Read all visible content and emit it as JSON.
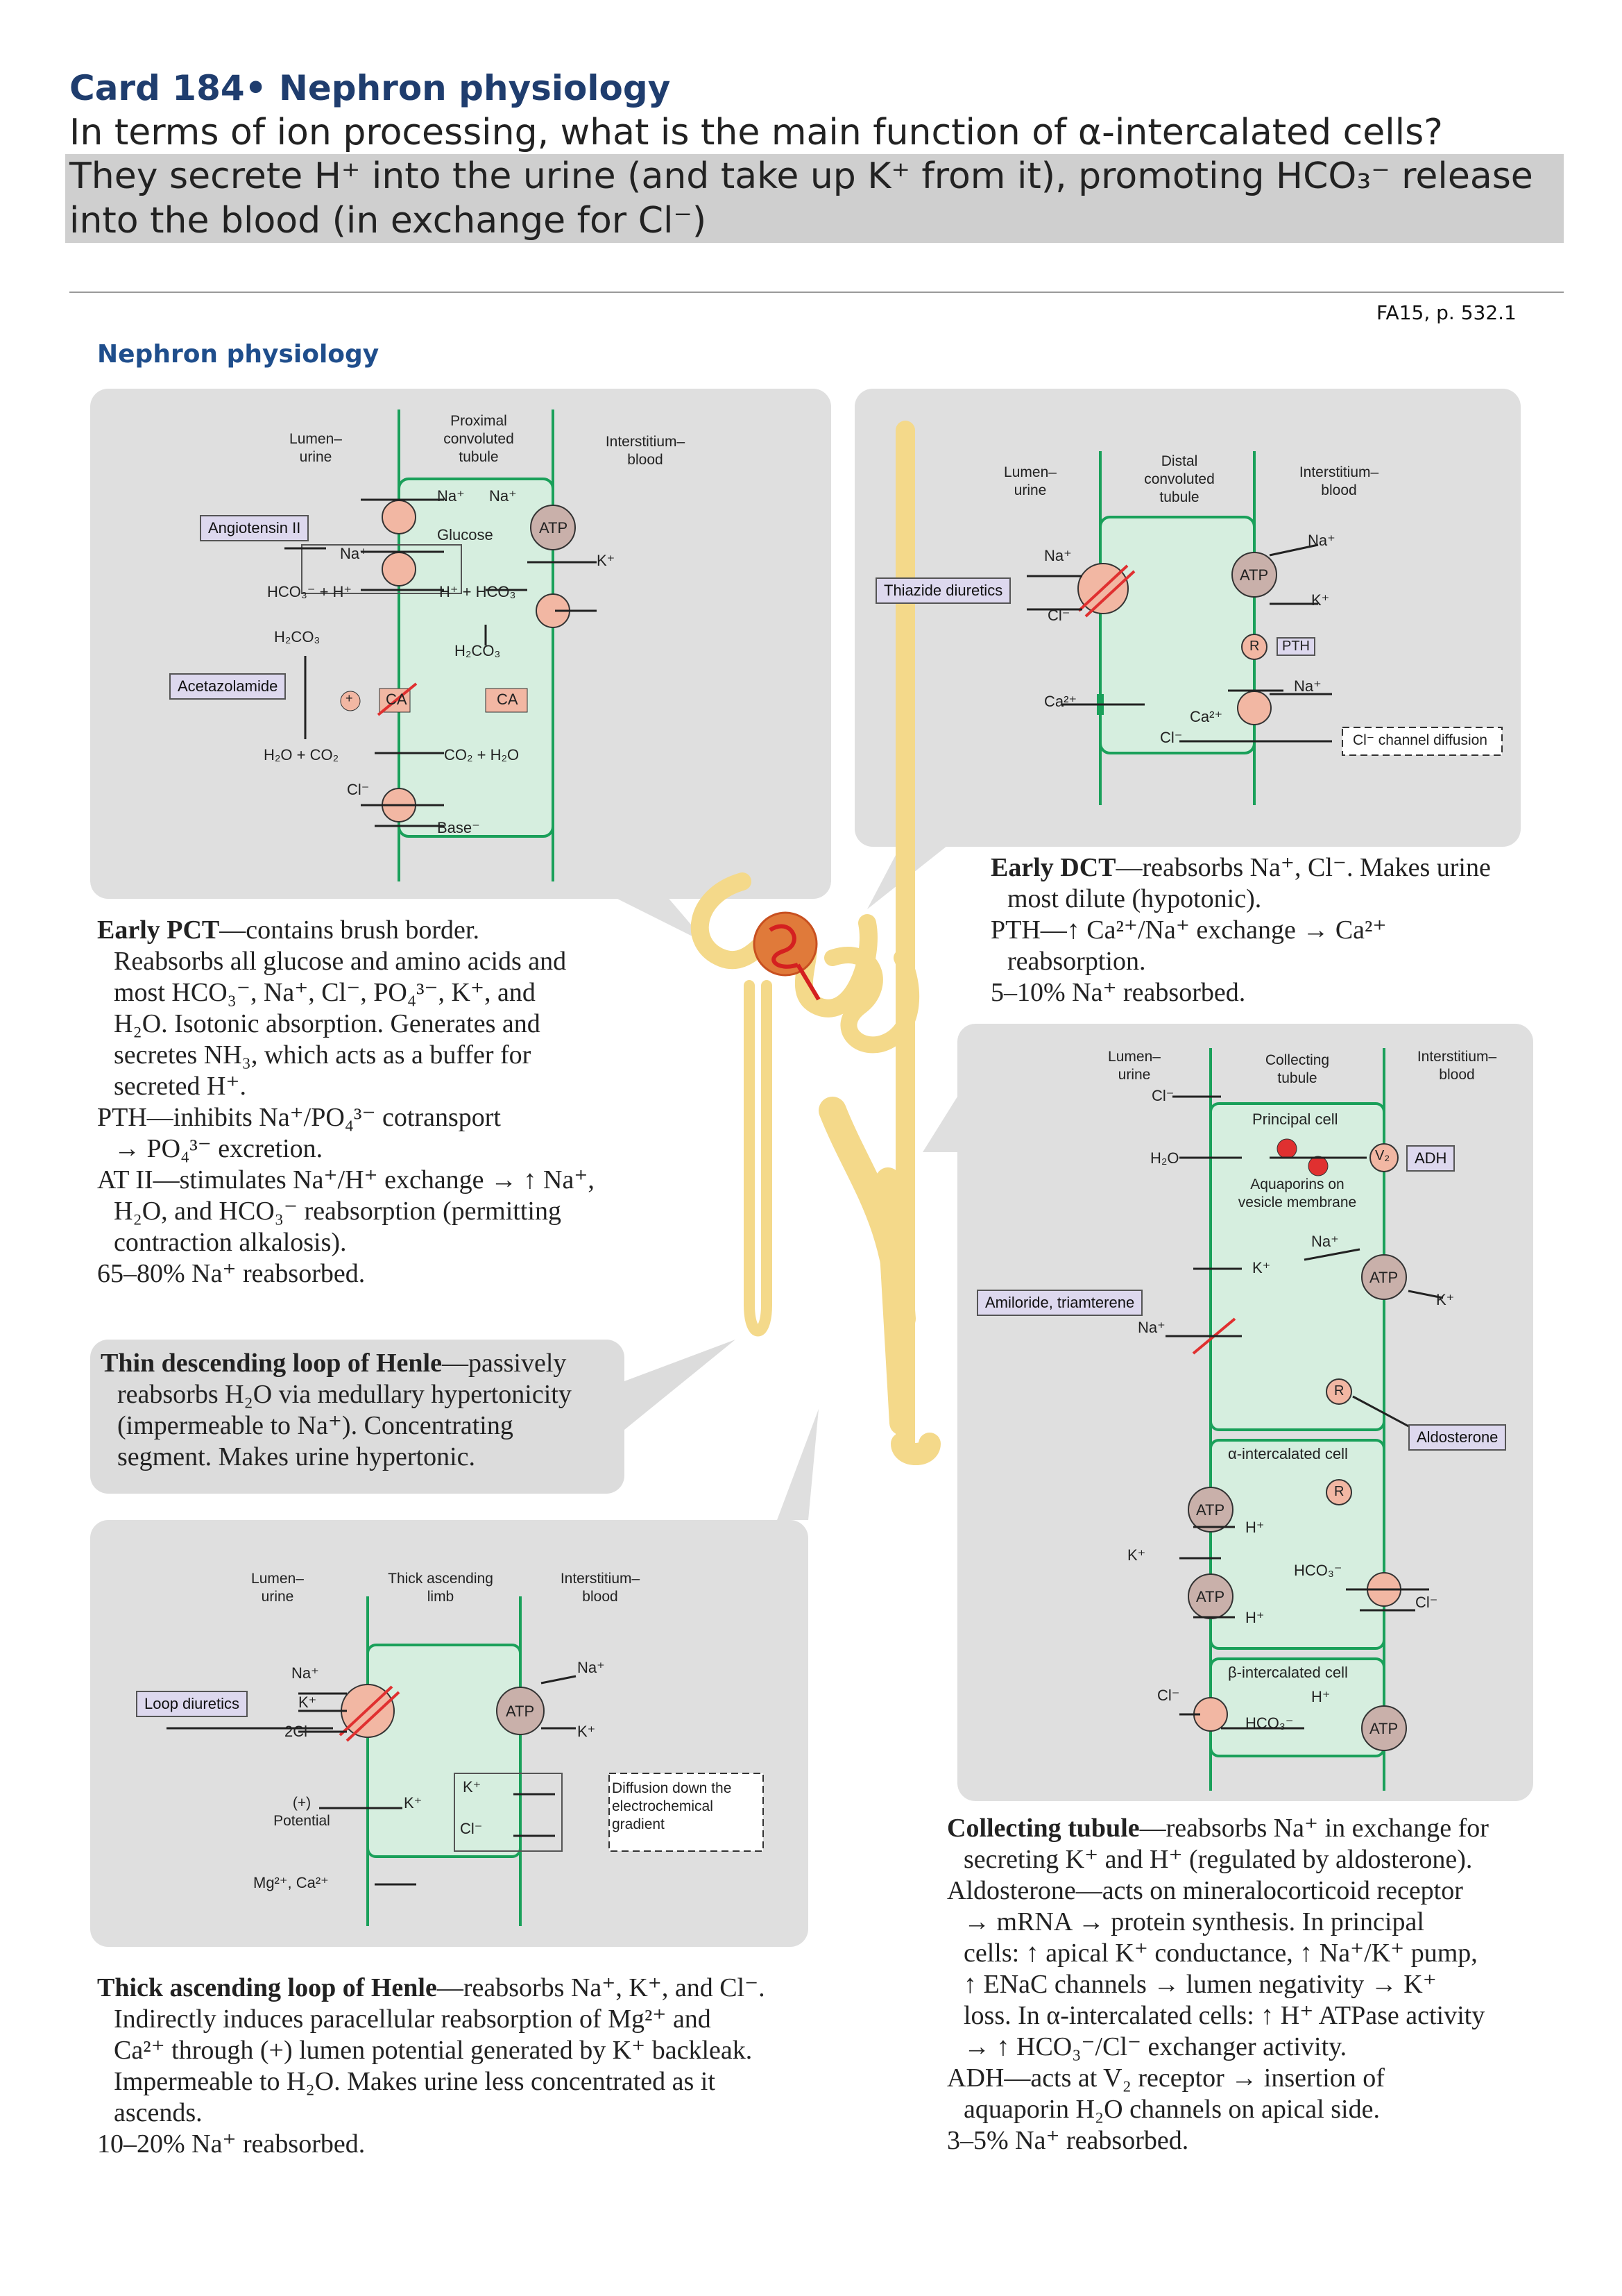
{
  "card": {
    "title": "Card 184• Nephron physiology",
    "question": "In terms of ion processing, what is the main function of α-intercalated cells?",
    "answer_line1": "They secrete H⁺ into the urine (and take up K⁺ from it), promoting HCO₃⁻ release",
    "answer_line2": "into the blood (in exchange for Cl⁻)"
  },
  "reference": "FA15, p. 532.1",
  "section_title": "Nephron physiology",
  "pct": {
    "lumen": "Lumen–\nurine",
    "tubule": "Proximal\nconvoluted\ntubule",
    "interstitium": "Interstitium–\nblood",
    "drug_angiotensin": "Angiotensin II",
    "drug_acetazolamide": "Acetazolamide",
    "labels": {
      "na1": "Na⁺",
      "na2": "Na⁺",
      "glucose": "Glucose",
      "na3": "Na⁺",
      "hco3_h": "HCO₃⁻ + H⁺",
      "h_hco3": "H⁺ + HCO₃⁻",
      "h2co3_l": "H₂CO₃",
      "h2co3_r": "H₂CO₃",
      "k": "K⁺",
      "ca1": "CA",
      "ca2": "CA",
      "plus": "+",
      "h2o_co2": "H₂O + CO₂",
      "co2_h2o": "CO₂ + H₂O",
      "cl": "Cl⁻",
      "base": "Base⁻",
      "atp": "ATP"
    },
    "desc": [
      {
        "bold": "Early PCT",
        "text": "—contains brush border."
      },
      {
        "text": "Reabsorbs all glucose and amino acids and",
        "indent": true
      },
      {
        "text": "most HCO₃⁻, Na⁺, Cl⁻, PO₄³⁻, K⁺, and",
        "indent": true
      },
      {
        "text": "H₂O. Isotonic absorption. Generates and",
        "indent": true
      },
      {
        "text": "secretes NH₃, which acts as a buffer for",
        "indent": true
      },
      {
        "text": "secreted H⁺.",
        "indent": true
      },
      {
        "text": "PTH—inhibits Na⁺/PO₄³⁻ cotransport"
      },
      {
        "text": "→ PO₄³⁻ excretion.",
        "indent": true
      },
      {
        "text": "AT II—stimulates Na⁺/H⁺ exchange → ↑ Na⁺,"
      },
      {
        "text": "H₂O, and HCO₃⁻ reabsorption (permitting",
        "indent": true
      },
      {
        "text": "contraction alkalosis).",
        "indent": true
      },
      {
        "text": "65–80% Na⁺ reabsorbed."
      }
    ]
  },
  "dct": {
    "lumen": "Lumen–\nurine",
    "tubule": "Distal\nconvoluted\ntubule",
    "interstitium": "Interstitium–\nblood",
    "drug_thiazide": "Thiazide diuretics",
    "labels": {
      "na_l": "Na⁺",
      "cl_l": "Cl⁻",
      "na_r": "Na⁺",
      "k_r": "K⁺",
      "atp": "ATP",
      "r": "R",
      "pth": "PTH",
      "na_r2": "Na⁺",
      "ca_l": "Ca²⁺",
      "ca_r": "Ca²⁺",
      "cl_b": "Cl⁻",
      "cl_channel": "Cl⁻ channel diffusion"
    },
    "desc": [
      {
        "bold": "Early DCT",
        "text": "—reabsorbs Na⁺, Cl⁻. Makes urine"
      },
      {
        "text": "most dilute (hypotonic).",
        "indent": true
      },
      {
        "text": "PTH—↑ Ca²⁺/Na⁺ exchange → Ca²⁺"
      },
      {
        "text": "reabsorption.",
        "indent": true
      },
      {
        "text": "5–10% Na⁺ reabsorbed."
      }
    ]
  },
  "thin": {
    "desc": [
      {
        "bold": "Thin descending loop of Henle",
        "text": "—passively"
      },
      {
        "text": "reabsorbs H₂O via medullary hypertonicity",
        "indent": true
      },
      {
        "text": "(impermeable to Na⁺). Concentrating",
        "indent": true
      },
      {
        "text": "segment. Makes urine hypertonic.",
        "indent": true
      }
    ]
  },
  "tal": {
    "lumen": "Lumen–\nurine",
    "tubule": "Thick ascending\nlimb",
    "interstitium": "Interstitium–\nblood",
    "drug_loop": "Loop diuretics",
    "labels": {
      "na": "Na⁺",
      "k": "K⁺",
      "cl2": "2Cl⁻",
      "na_r": "Na⁺",
      "k_r": "K⁺",
      "atp": "ATP",
      "k_back": "K⁺",
      "k_box": "K⁺",
      "cl_box": "Cl⁻",
      "potential": "(+)\nPotential",
      "mg_ca": "Mg²⁺, Ca²⁺",
      "diffusion": "Diffusion down the\nelectrochemical\ngradient"
    },
    "desc": [
      {
        "bold": "Thick ascending loop of Henle",
        "text": "—reabsorbs Na⁺, K⁺, and Cl⁻."
      },
      {
        "text": "Indirectly induces paracellular reabsorption of Mg²⁺ and",
        "indent": true
      },
      {
        "text": "Ca²⁺ through (+) lumen potential generated by K⁺ backleak.",
        "indent": true
      },
      {
        "text": "Impermeable to H₂O. Makes urine less concentrated as it",
        "indent": true
      },
      {
        "text": "ascends.",
        "indent": true
      },
      {
        "text": "10–20% Na⁺ reabsorbed."
      }
    ]
  },
  "ct": {
    "lumen": "Lumen–\nurine",
    "tubule": "Collecting\ntubule",
    "interstitium": "Interstitium–\nblood",
    "drug_amiloride": "Amiloride, triamterene",
    "drug_adh": "ADH",
    "drug_aldosterone": "Aldosterone",
    "labels": {
      "cl_top": "Cl⁻",
      "principal": "Principal cell",
      "h2o": "H₂O",
      "aquaporins": "Aquaporins on\nvesicle membrane",
      "v2": "V₂",
      "na_r": "Na⁺",
      "k_mid": "K⁺",
      "atp1": "ATP",
      "k_r": "K⁺",
      "na_l": "Na⁺",
      "r1": "R",
      "alpha": "α-intercalated cell",
      "r2": "R",
      "atp2": "ATP",
      "h1": "H⁺",
      "k_l": "K⁺",
      "hco3": "HCO₃⁻",
      "atp3": "ATP",
      "h2": "H⁺",
      "cl_r": "Cl⁻",
      "beta": "β-intercalated cell",
      "cl_b": "Cl⁻",
      "h3": "H⁺",
      "hco3_b": "HCO₃⁻",
      "atp4": "ATP"
    },
    "desc": [
      {
        "bold": "Collecting tubule",
        "text": "—reabsorbs Na⁺ in exchange for"
      },
      {
        "text": "secreting K⁺ and H⁺ (regulated by aldosterone).",
        "indent": true
      },
      {
        "text": "Aldosterone—acts on mineralocorticoid receptor"
      },
      {
        "text": "→ mRNA → protein synthesis. In principal",
        "indent": true
      },
      {
        "text": "cells: ↑ apical K⁺ conductance, ↑ Na⁺/K⁺ pump,",
        "indent": true
      },
      {
        "text": "↑ ENaC channels → lumen negativity → K⁺",
        "indent": true
      },
      {
        "text": "loss. In α-intercalated cells: ↑ H⁺ ATPase activity",
        "indent": true
      },
      {
        "text": "→ ↑ HCO₃⁻/Cl⁻ exchanger activity.",
        "indent": true
      },
      {
        "text": "ADH—acts at V₂ receptor → insertion of"
      },
      {
        "text": "aquaporin H₂O channels on apical side.",
        "indent": true
      },
      {
        "text": "3–5% Na⁺ reabsorbed."
      }
    ]
  },
  "colors": {
    "panel": "#dfdfdf",
    "cell_fill": "#d6eedf",
    "membrane": "#1aa05a",
    "transporter": "#f2b7a3",
    "atp": "#c9b0aa",
    "drug_box": "#ddd8ee",
    "block": "#e03030",
    "nephron": "#f4d98a"
  }
}
